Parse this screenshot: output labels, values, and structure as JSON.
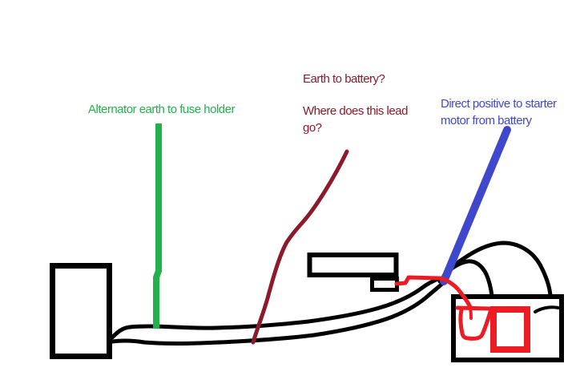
{
  "annotations": {
    "alternator_earth": {
      "text": "Alternator earth to fuse holder"
    },
    "earth_to_battery": {
      "text": "Earth to battery?"
    },
    "where_lead": {
      "line1": "Where does this lead",
      "line2": "go?"
    },
    "direct_positive": {
      "line1": "Direct positive to starter",
      "line2": "motor from battery"
    }
  },
  "colors": {
    "green": "#22B14C",
    "dark_red": "#8B1A2B",
    "blue": "#3F48CC",
    "red": "#ED1C24",
    "black": "#000000",
    "background": "#FFFFFF"
  }
}
